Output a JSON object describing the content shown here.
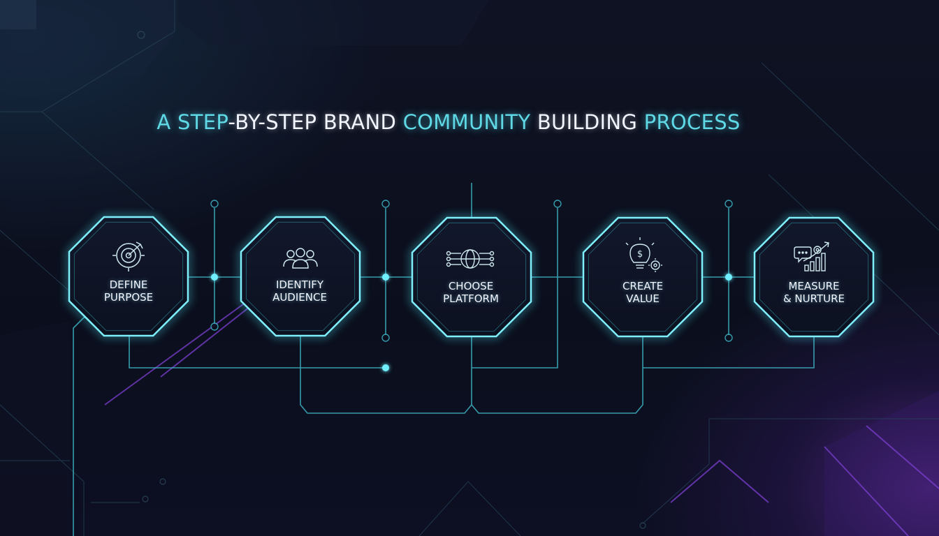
{
  "title": {
    "segments": [
      {
        "text": "A STEP",
        "tone": "cyan"
      },
      {
        "text": "-BY-STEP BRAND ",
        "tone": "white"
      },
      {
        "text": "COMMUNITY",
        "tone": "cyan"
      },
      {
        "text": " BUILDING ",
        "tone": "white"
      },
      {
        "text": "PROCESS",
        "tone": "cyan"
      }
    ]
  },
  "steps": [
    {
      "line1": "DEFINE",
      "line2": "PURPOSE",
      "icon": "target-icon"
    },
    {
      "line1": "IDENTIFY",
      "line2": "AUDIENCE",
      "icon": "people-group-icon"
    },
    {
      "line1": "CHOOSE",
      "line2": "PLATFORM",
      "icon": "network-globe-icon"
    },
    {
      "line1": "CREATE",
      "line2": "VALUE",
      "icon": "lightbulb-gear-icon"
    },
    {
      "line1": "MEASURE",
      "line2": "& NURTURE",
      "icon": "chat-growth-chart-icon"
    }
  ],
  "colors": {
    "cyan": "#5fd9e6",
    "white": "#f1f5ff",
    "background": "#0c0f1d",
    "purple_glow": "#7a32be"
  }
}
